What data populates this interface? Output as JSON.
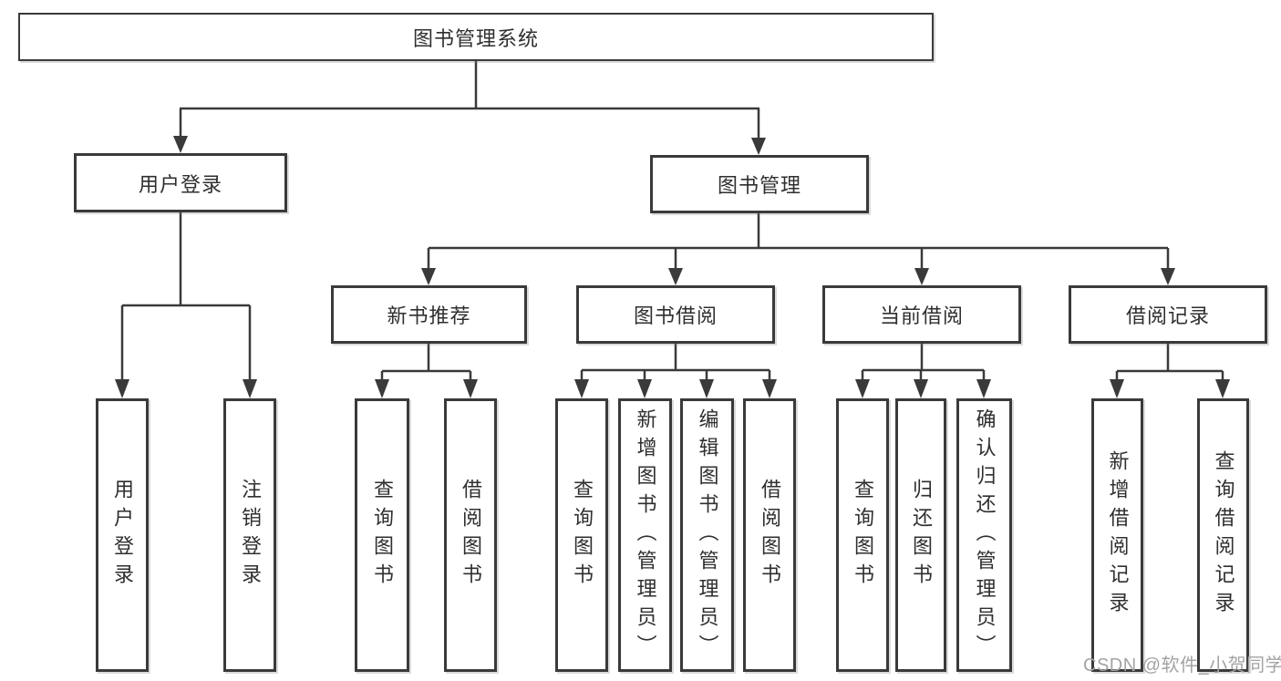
{
  "nodes": {
    "root": "图书管理系统",
    "user_login": "用户登录",
    "book_management": "图书管理",
    "new_book_recommend": "新书推荐",
    "book_borrow": "图书借阅",
    "current_borrow": "当前借阅",
    "borrow_records": "借阅记录"
  },
  "leaves": {
    "user_login": [
      "用户登录",
      "注销登录"
    ],
    "new_book_recommend": [
      "查询图书",
      "借阅图书"
    ],
    "book_borrow": [
      "查询图书",
      "新增图书（管理员）",
      "编辑图书（管理员）",
      "借阅图书"
    ],
    "current_borrow": [
      "查询图书",
      "归还图书",
      "确认归还（管理员）"
    ],
    "borrow_records": [
      "新增借阅记录",
      "查询借阅记录"
    ]
  },
  "watermark": "CSDN @软件_小贺同学",
  "colors": {
    "line": "#3a3a3a",
    "text": "#2f2f2f",
    "watermark": "#a3a3a3",
    "background": "#ffffff"
  }
}
